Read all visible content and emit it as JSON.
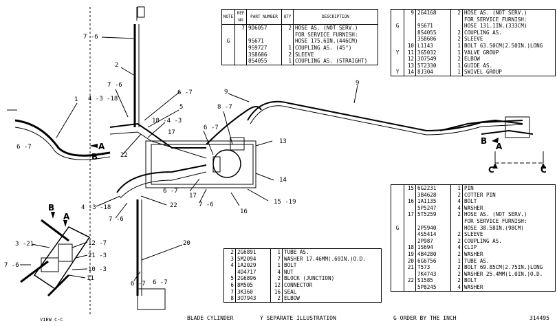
{
  "table_top_middle": {
    "headers": [
      "NOTE",
      "REF NO",
      "PART NUMBER",
      "QTY",
      "DESCRIPTION"
    ],
    "rows": [
      {
        "note": "",
        "ref": "7",
        "part": "9D6057",
        "qty": "2",
        "desc": "HOSE AS. (NOT SERV.)"
      },
      {
        "note": "",
        "ref": "",
        "part": "",
        "qty": "",
        "desc": "FOR SERVICE FURNISH:"
      },
      {
        "note": "G",
        "ref": "",
        "part": "9S671",
        "qty": "",
        "desc": "HOSE 175.6IN.(446CM)"
      },
      {
        "note": "",
        "ref": "",
        "part": "9S9727",
        "qty": "1",
        "desc": "COUPLING AS. (45°)"
      },
      {
        "note": "",
        "ref": "",
        "part": "3S8606",
        "qty": "2",
        "desc": "SLEEVE"
      },
      {
        "note": "",
        "ref": "",
        "part": "8S4055",
        "qty": "1",
        "desc": "COUPLING AS. (STRAIGHT)"
      }
    ]
  },
  "table_top_right": {
    "rows": [
      {
        "note": "",
        "ref": "9",
        "part": "2G4168",
        "qty": "2",
        "desc": "HOSE AS. (NOT SERV.)"
      },
      {
        "note": "",
        "ref": "",
        "part": "",
        "qty": "",
        "desc": "FOR SERVICE FURNISH:"
      },
      {
        "note": "G",
        "ref": "",
        "part": "9S671",
        "qty": "",
        "desc": "HOSE 131.1IN.(333CM)"
      },
      {
        "note": "",
        "ref": "",
        "part": "8S4055",
        "qty": "2",
        "desc": "COUPLING AS."
      },
      {
        "note": "",
        "ref": "",
        "part": "3S8606",
        "qty": "2",
        "desc": "SLEEVE"
      },
      {
        "note": "",
        "ref": "10",
        "part": "L1143",
        "qty": "1",
        "desc": "BOLT 63.50CM(2.50IN.)LONG"
      },
      {
        "note": "Y",
        "ref": "11",
        "part": "3G5032",
        "qty": "1",
        "desc": "VALVE GROUP"
      },
      {
        "note": "",
        "ref": "12",
        "part": "3O7549",
        "qty": "2",
        "desc": "ELBOW"
      },
      {
        "note": "",
        "ref": "13",
        "part": "5T2330",
        "qty": "1",
        "desc": "GUIDE AS."
      },
      {
        "note": "Y",
        "ref": "14",
        "part": "8J304",
        "qty": "1",
        "desc": "SWIVEL GROUP"
      }
    ]
  },
  "table_bottom_middle": {
    "rows": [
      {
        "ref": "2",
        "part": "2G6891",
        "qty": "1",
        "desc": "TUBE AS."
      },
      {
        "ref": "3",
        "part": "5M2094",
        "qty": "7",
        "desc": "WASHER 17.46MM(.69IN.)O.D."
      },
      {
        "ref": "4",
        "part": "1A2029",
        "qty": "1",
        "desc": "BOLT"
      },
      {
        "ref": "",
        "part": "4D4717",
        "qty": "4",
        "desc": "NUT"
      },
      {
        "ref": "5",
        "part": "2G6896",
        "qty": "2",
        "desc": "BLOCK (JUNCTION)"
      },
      {
        "ref": "6",
        "part": "8M505",
        "qty": "12",
        "desc": "CONNECTOR"
      },
      {
        "ref": "7",
        "part": "3K360",
        "qty": "16",
        "desc": "SEAL"
      },
      {
        "ref": "8",
        "part": "3O7943",
        "qty": "2",
        "desc": "ELBOW"
      }
    ]
  },
  "table_bottom_right": {
    "rows": [
      {
        "note": "",
        "ref": "15",
        "part": "6G2231",
        "qty": "1",
        "desc": "PIN"
      },
      {
        "note": "",
        "ref": "",
        "part": "3B4628",
        "qty": "2",
        "desc": "COTTER PIN"
      },
      {
        "note": "",
        "ref": "16",
        "part": "1A1135",
        "qty": "4",
        "desc": "BOLT"
      },
      {
        "note": "",
        "ref": "",
        "part": "5P5247",
        "qty": "4",
        "desc": "WASHER"
      },
      {
        "note": "",
        "ref": "17",
        "part": "5T5259",
        "qty": "2",
        "desc": "HOSE AS. (NOT SERV.)"
      },
      {
        "note": "",
        "ref": "",
        "part": "",
        "qty": "",
        "desc": "FOR SERVICE FURNISH:"
      },
      {
        "note": "G",
        "ref": "",
        "part": "2P5940",
        "qty": "",
        "desc": "HOSE 38.58IN.(98CM)"
      },
      {
        "note": "",
        "ref": "",
        "part": "4S5414",
        "qty": "2",
        "desc": "SLEEVE"
      },
      {
        "note": "",
        "ref": "",
        "part": "2P987",
        "qty": "2",
        "desc": "COUPLING AS."
      },
      {
        "note": "",
        "ref": "18",
        "part": "1S694",
        "qty": "4",
        "desc": "CLIP"
      },
      {
        "note": "",
        "ref": "19",
        "part": "4B4280",
        "qty": "2",
        "desc": "WASHER"
      },
      {
        "note": "",
        "ref": "20",
        "part": "6G6756",
        "qty": "1",
        "desc": "TUBE AS."
      },
      {
        "note": "",
        "ref": "21",
        "part": "T573",
        "qty": "2",
        "desc": "BOLT 69.85CM(2.75IN.)LONG"
      },
      {
        "note": "",
        "ref": "",
        "part": "7K4743",
        "qty": "2",
        "desc": "WASHER 25.4MM(1.0IN.)O.D."
      },
      {
        "note": "",
        "ref": "22",
        "part": "S1585",
        "qty": "2",
        "desc": "BOLT"
      },
      {
        "note": "",
        "ref": "",
        "part": "5P8245",
        "qty": "4",
        "desc": "WASHER"
      }
    ]
  },
  "footer": {
    "view_label": "VIEW C-C",
    "blade_cylinder": "BLADE CYLINDER",
    "separate": "Y   SEPARATE ILLUSTRATION",
    "order": "G   ORDER BY THE INCH",
    "figure_number": "314495"
  },
  "callouts": {
    "c1": "1",
    "c2": "2",
    "c3_18": "4 -3 -18",
    "c6_7a": "6 -7",
    "c5": "5",
    "c7_6a": "7 -6",
    "c7_6b": "7 -6",
    "c6_7b": "6 -7",
    "c8_7": "8 -7",
    "c9a": "9",
    "c9b": "9",
    "c18_4_3": "18 -4 -3",
    "c17a": "17",
    "c6_7c": "6 -7",
    "c13": "13",
    "c14": "14",
    "c22a": "22",
    "c6_7d": "6 -7",
    "c4_3_18b": "4 -3 -18",
    "c7_6c": "7 -6",
    "c22b": "22",
    "c17b": "17",
    "c7_6d": "7 -6",
    "c16": "16",
    "c15_19": "15 -19",
    "c20": "20",
    "c6_7e": "6 -7",
    "c3_21": "3 -21",
    "c12_7": "12 -7",
    "c21_3": "21 -3",
    "c10_3": "10 -3",
    "c11": "11",
    "c7_6e": "7 -6",
    "c6_7f": "6 -7",
    "A1": "A",
    "B1": "B",
    "A2": "A",
    "B2": "B",
    "A3": "A",
    "B3": "B",
    "C1": "C",
    "C2": "C"
  }
}
